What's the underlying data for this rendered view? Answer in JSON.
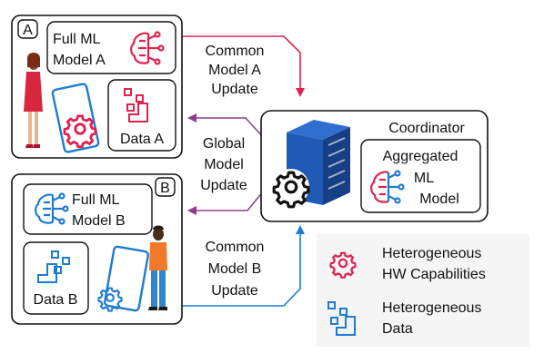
{
  "colors": {
    "red": "#e0234e",
    "purple": "#8e3e8c",
    "blue": "#1e7bd0",
    "server": "#1f5bb5",
    "ink": "#111111"
  },
  "client_a": {
    "badge": "A",
    "model_line1": "Full ML",
    "model_line2": "Model A",
    "data_label": "Data A"
  },
  "client_b": {
    "badge": "B",
    "model_line1": "Full ML",
    "model_line2": "Model B",
    "data_label": "Data B"
  },
  "arrows": {
    "update_a": [
      "Common",
      "Model A",
      "Update"
    ],
    "global": [
      "Global",
      "Model",
      "Update"
    ],
    "update_b": [
      "Common",
      "Model B",
      "Update"
    ]
  },
  "coordinator": {
    "title": "Coordinator",
    "aggregated_line1": "Aggregated",
    "aggregated_line2": "ML",
    "aggregated_line3": "Model"
  },
  "legend": {
    "items": [
      {
        "icon": "gear-icon",
        "line1": "Heterogeneous",
        "line2": "HW Capabilities"
      },
      {
        "icon": "data-blocks-icon",
        "line1": "Heterogeneous",
        "line2": "Data"
      }
    ]
  }
}
